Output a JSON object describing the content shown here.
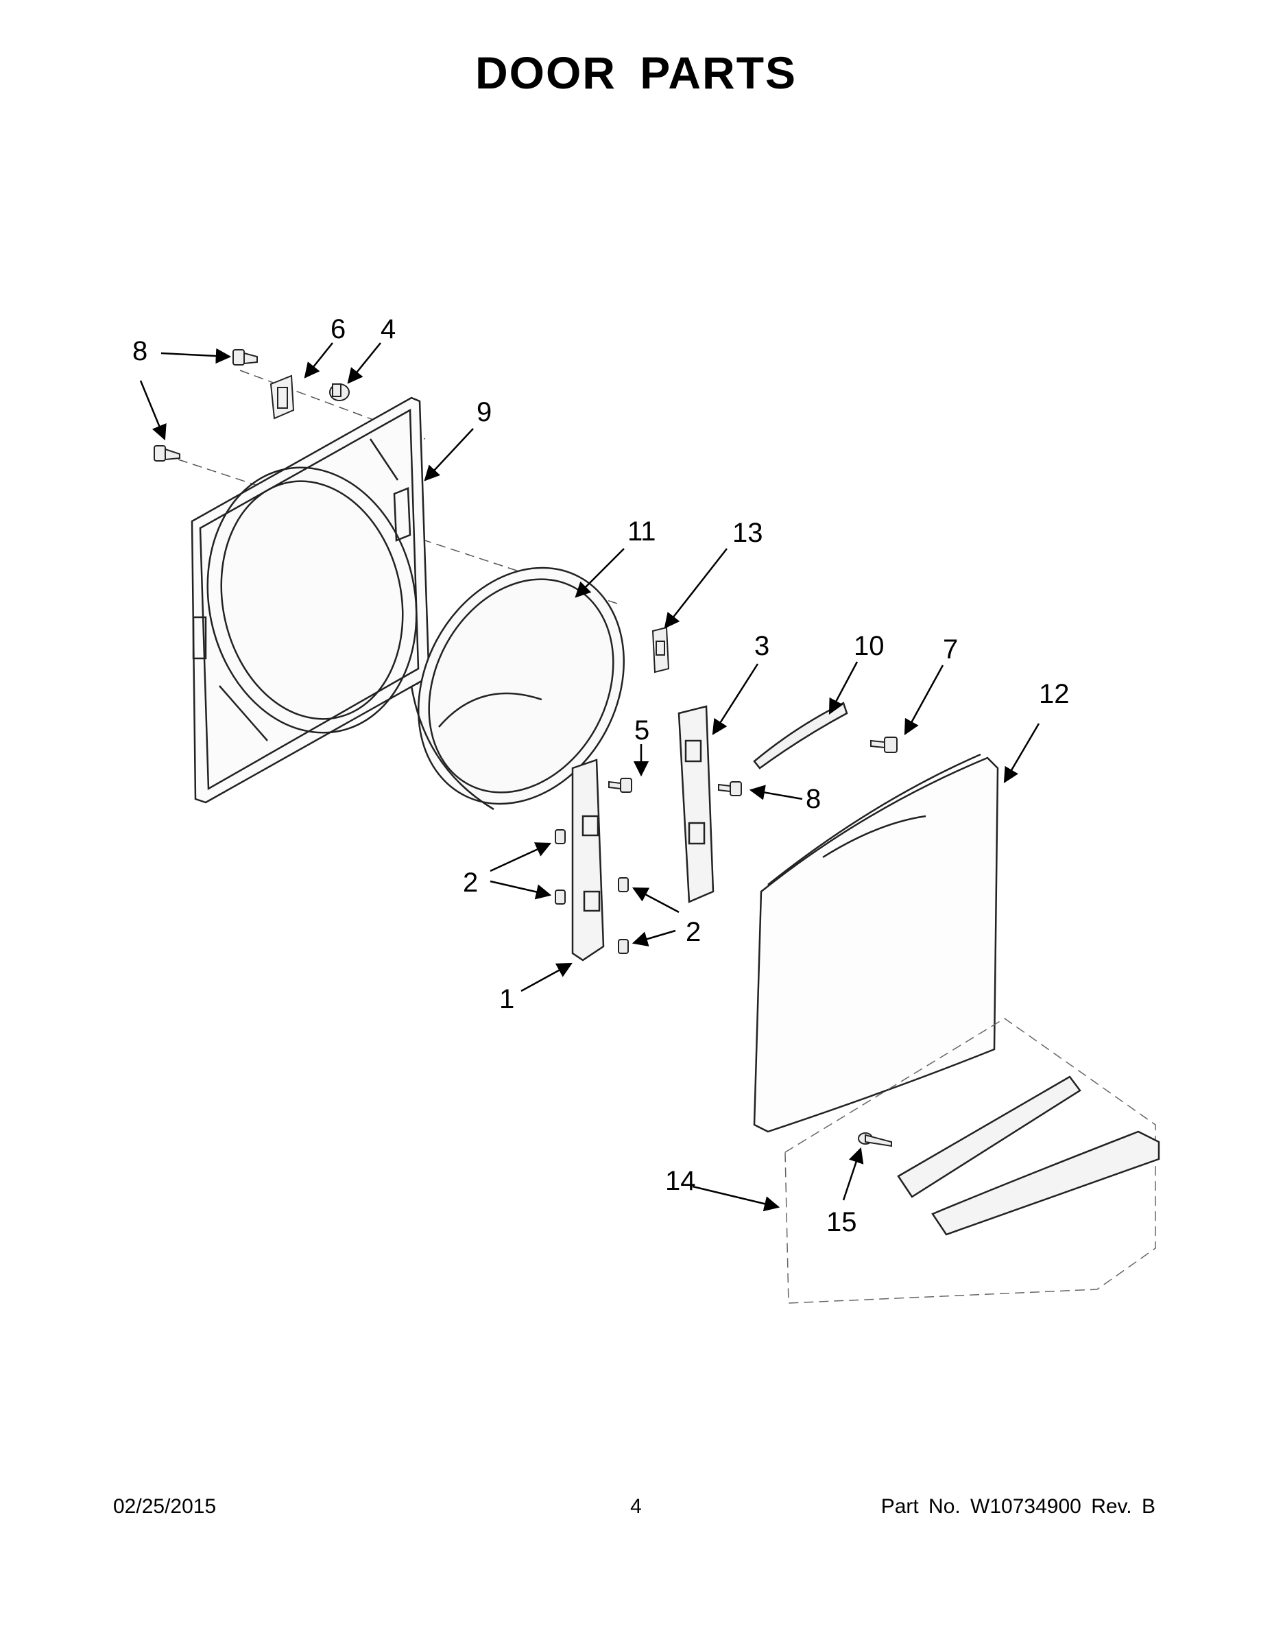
{
  "title": "DOOR PARTS",
  "callouts": [
    {
      "id": "c8a",
      "label": "8"
    },
    {
      "id": "c6",
      "label": "6"
    },
    {
      "id": "c4",
      "label": "4"
    },
    {
      "id": "c9",
      "label": "9"
    },
    {
      "id": "c11",
      "label": "11"
    },
    {
      "id": "c13",
      "label": "13"
    },
    {
      "id": "c3",
      "label": "3"
    },
    {
      "id": "c10",
      "label": "10"
    },
    {
      "id": "c7",
      "label": "7"
    },
    {
      "id": "c12",
      "label": "12"
    },
    {
      "id": "c5",
      "label": "5"
    },
    {
      "id": "c8b",
      "label": "8"
    },
    {
      "id": "c2a",
      "label": "2"
    },
    {
      "id": "c2b",
      "label": "2"
    },
    {
      "id": "c1",
      "label": "1"
    },
    {
      "id": "c14",
      "label": "14"
    },
    {
      "id": "c15",
      "label": "15"
    }
  ],
  "footer": {
    "date": "02/25/2015",
    "page": "4",
    "part_no": "Part No.  W10734900  Rev.  B"
  }
}
